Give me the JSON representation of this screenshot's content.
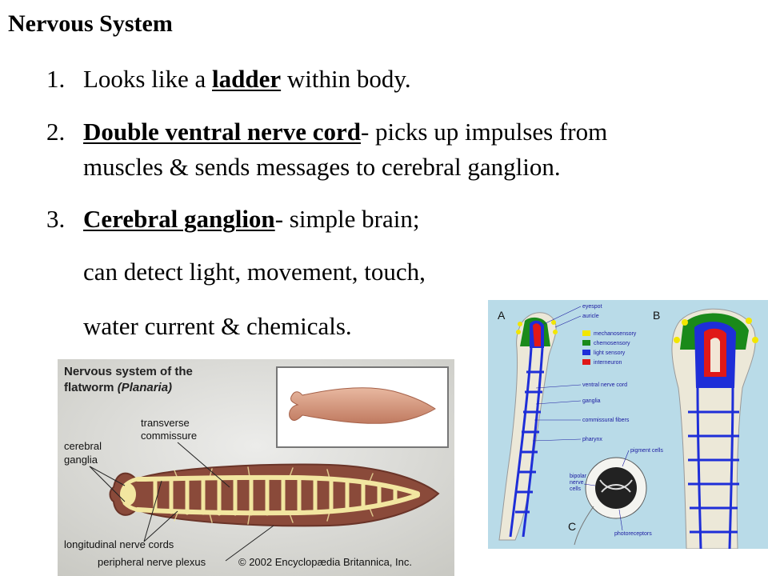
{
  "slide": {
    "title": "Nervous System",
    "items": [
      {
        "num": "1.",
        "pre": "Looks like a ",
        "term": "ladder",
        "post": " within body."
      },
      {
        "num": "2.",
        "pre": "",
        "term": "Double ventral nerve cord",
        "post": "- picks up impulses from",
        "cont": "muscles & sends messages to cerebral ganglion."
      },
      {
        "num": "3.",
        "pre": "",
        "term": "Cerebral ganglion",
        "post": "- simple brain;",
        "cont": "can detect light, movement, touch,",
        "cont2": "water current & chemicals."
      }
    ]
  },
  "figure_left": {
    "title_line1": "Nervous system of the",
    "title_line2": "flatworm",
    "title_italic": "(Planaria)",
    "labels": {
      "cerebral_ganglia_1": "cerebral",
      "cerebral_ganglia_2": "ganglia",
      "transverse_1": "transverse",
      "transverse_2": "commissure",
      "longitudinal": "longitudinal nerve cords",
      "peripheral": "peripheral nerve plexus"
    },
    "copyright": "© 2002 Encyclopædia Britannica, Inc.",
    "colors": {
      "background": "#dcdcd6",
      "body": "#8a4a3a",
      "nerve": "#f2e6a0",
      "inset_worm": "#d69a82"
    }
  },
  "figure_right": {
    "panel_a": "A",
    "panel_b": "B",
    "panel_c": "C",
    "labels": {
      "eyespot": "eyespot",
      "auricle": "auricle",
      "ventral": "ventral nerve cord",
      "ganglia": "ganglia",
      "commissural": "commissural fibers",
      "pharynx": "pharynx",
      "pigment": "pigment cells",
      "bipolar1": "bipolar",
      "bipolar2": "nerve",
      "bipolar3": "cells",
      "photoreceptors": "photoreceptors"
    },
    "legend": [
      {
        "label": "mechanosensory",
        "color": "#f2e600"
      },
      {
        "label": "chemosensory",
        "color": "#1a8a1a"
      },
      {
        "label": "light sensory",
        "color": "#1e2ed8"
      },
      {
        "label": "interneuron",
        "color": "#e01818"
      }
    ],
    "colors": {
      "background": "#b9dbe8",
      "worm": "#ece8d8",
      "nerve": "#1e2ed8",
      "label_text": "#1a1aa0"
    }
  }
}
